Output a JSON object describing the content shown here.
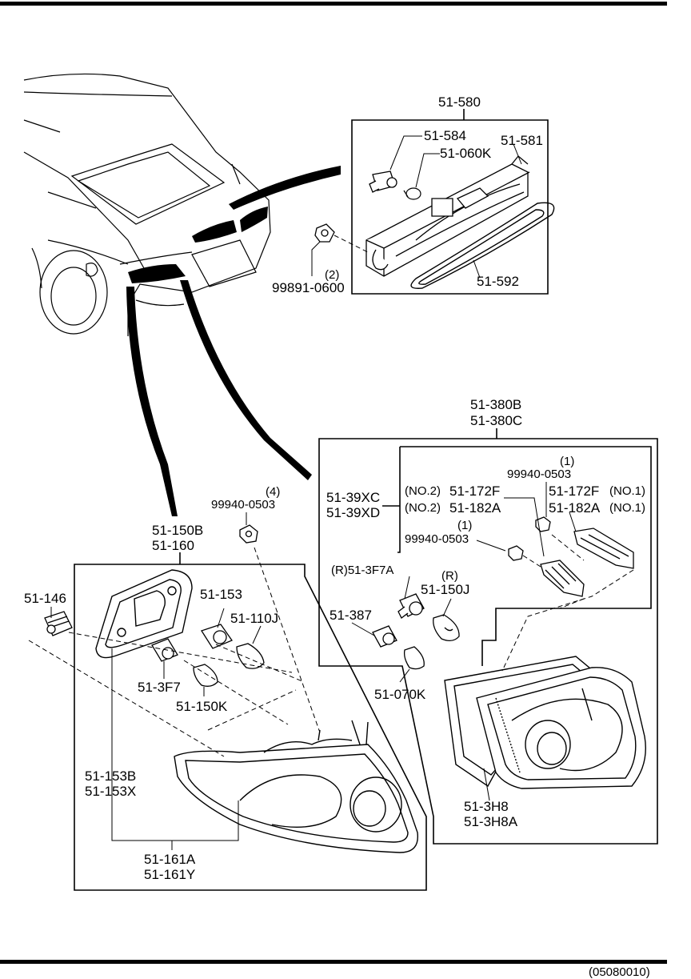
{
  "labels": {
    "p51_580": "51-580",
    "p51_584": "51-584",
    "p51_060k": "51-060K",
    "p51_581": "51-581",
    "p51_592": "51-592",
    "qty_2": "(2)",
    "p99891_0600": "99891-0600",
    "p51_380b": "51-380B",
    "p51_380c": "51-380C",
    "qty_1a": "(1)",
    "p99940_0503_a": "99940-0503",
    "p51_39xc": "51-39XC",
    "p51_39xd": "51-39XD",
    "no2_a": "(NO.2)",
    "p51_172f_a": "51-172F",
    "no2_b": "(NO.2)",
    "p51_182a_a": "51-182A",
    "p51_172f_b": "51-172F",
    "no1_a": "(NO.1)",
    "p51_182a_b": "51-182A",
    "no1_b": "(NO.1)",
    "qty_1b": "(1)",
    "p99940_0503_b": "99940-0503",
    "r_3f7a": "(R)51-3F7A",
    "r_mark": "(R)",
    "p51_150j": "51-150J",
    "p51_387": "51-387",
    "p51_070k": "51-070K",
    "p51_3h8": "51-3H8",
    "p51_3h8a": "51-3H8A",
    "qty_4": "(4)",
    "p99940_0503_c": "99940-0503",
    "p51_150b": "51-150B",
    "p51_160": "51-160",
    "p51_146": "51-146",
    "p51_153": "51-153",
    "p51_110j": "51-110J",
    "p51_3f7": "51-3F7",
    "p51_150k": "51-150K",
    "p51_153b": "51-153B",
    "p51_153x": "51-153X",
    "p51_161a": "51-161A",
    "p51_161y": "51-161Y"
  },
  "footer_code": "(05080010)"
}
